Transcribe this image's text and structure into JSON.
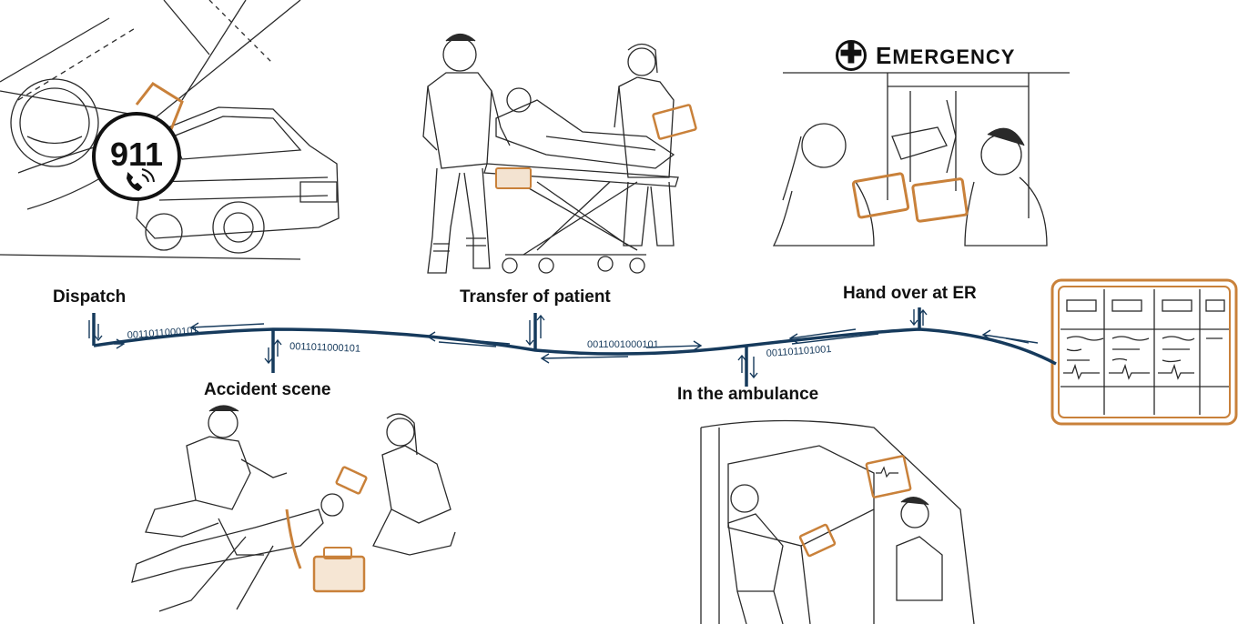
{
  "stages": {
    "dispatch": "Dispatch",
    "accident_scene": "Accident scene",
    "transfer": "Transfer of patient",
    "ambulance": "In the ambulance",
    "handover": "Hand over at ER"
  },
  "call_badge": "911",
  "emergency_sign": {
    "first": "E",
    "rest": "MERGENCY"
  },
  "binary_streams": {
    "dispatch_to_scene": "0011011000101",
    "scene_to_transfer": "0011011000101",
    "transfer_to_ambulance": "0011001000101",
    "ambulance_to_er": "001101101001"
  },
  "colors": {
    "line": "#163a5c",
    "accent": "#c9813a",
    "ink": "#2a2a2a"
  },
  "icons": [
    "steering-wheel-icon",
    "phone-icon",
    "medical-cross-icon",
    "tablet-icon",
    "defibrillator-icon",
    "monitor-icon"
  ]
}
